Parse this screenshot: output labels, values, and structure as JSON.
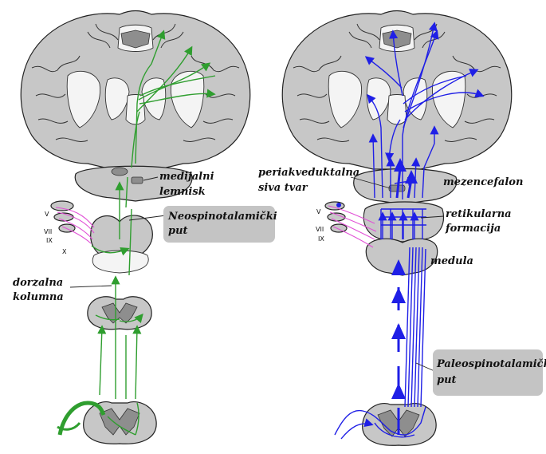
{
  "left_diagram": {
    "labels": {
      "medial_lemniscus": [
        "medijalni",
        "lemnisk"
      ],
      "neospinothalamic": [
        "Neospinotalamički",
        "put"
      ],
      "dorsal_column": [
        "dorzalna",
        "kolumna"
      ]
    },
    "cranial_nerves": [
      "V",
      "VII",
      "IX",
      "X"
    ],
    "pathway_color": "#2f9e2f"
  },
  "right_diagram": {
    "labels": {
      "periaqueductal": [
        "periakveduktalna",
        "siva tvar"
      ],
      "mesencephalon": "mezencefalon",
      "reticular_formation": [
        "retikularna",
        "formacija"
      ],
      "medulla": "medula",
      "paleospinothalamic": [
        "Paleospinotalamički",
        "put"
      ]
    },
    "cranial_nerves": [
      "V",
      "VII",
      "IX"
    ],
    "pathway_color": "#1f1fe6"
  },
  "cranial_nerve_color": "#e14fd6",
  "callout_box_color": "#c4c4c4"
}
